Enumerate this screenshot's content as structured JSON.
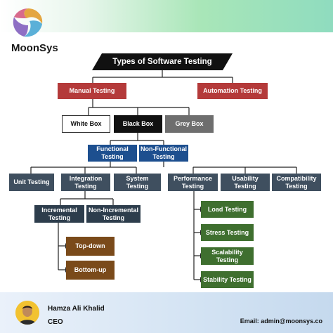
{
  "brand": {
    "name": "MoonSys"
  },
  "title": "Types of Software Testing",
  "level1": {
    "manual": "Manual Testing",
    "automation": "Automation Testing"
  },
  "level2": {
    "white": "White Box",
    "black": "Black Box",
    "grey": "Grey Box"
  },
  "level3": {
    "functional": "Functional Testing",
    "non_functional": "Non-Functional Testing"
  },
  "functional_types": {
    "unit": "Unit Testing",
    "integration": "Integration Testing",
    "system": "System Testing"
  },
  "non_functional_types": {
    "performance": "Performance Testing",
    "usability": "Usability Testing",
    "compatibility": "Compatibility Testing"
  },
  "integration_types": {
    "incremental": "Incremental Testing",
    "non_incremental": "Non-Incremental Testing"
  },
  "incremental_types": {
    "top_down": "Top-down",
    "bottom_up": "Bottom-up"
  },
  "performance_types": {
    "load": "Load Testing",
    "stress": "Stress Testing",
    "scalability": "Scalability Testing",
    "stability": "Stability Testing"
  },
  "footer": {
    "name": "Hamza Ali Khalid",
    "role": "CEO",
    "email": "Email: admin@moonsys.co"
  },
  "colors": {
    "red": "#b43a3a",
    "blue": "#1d4f8f",
    "slate": "#3f4f5f",
    "brown": "#7a4a1a",
    "green": "#3f6f2f",
    "black": "#111111",
    "grey": "#6e6e6e"
  }
}
